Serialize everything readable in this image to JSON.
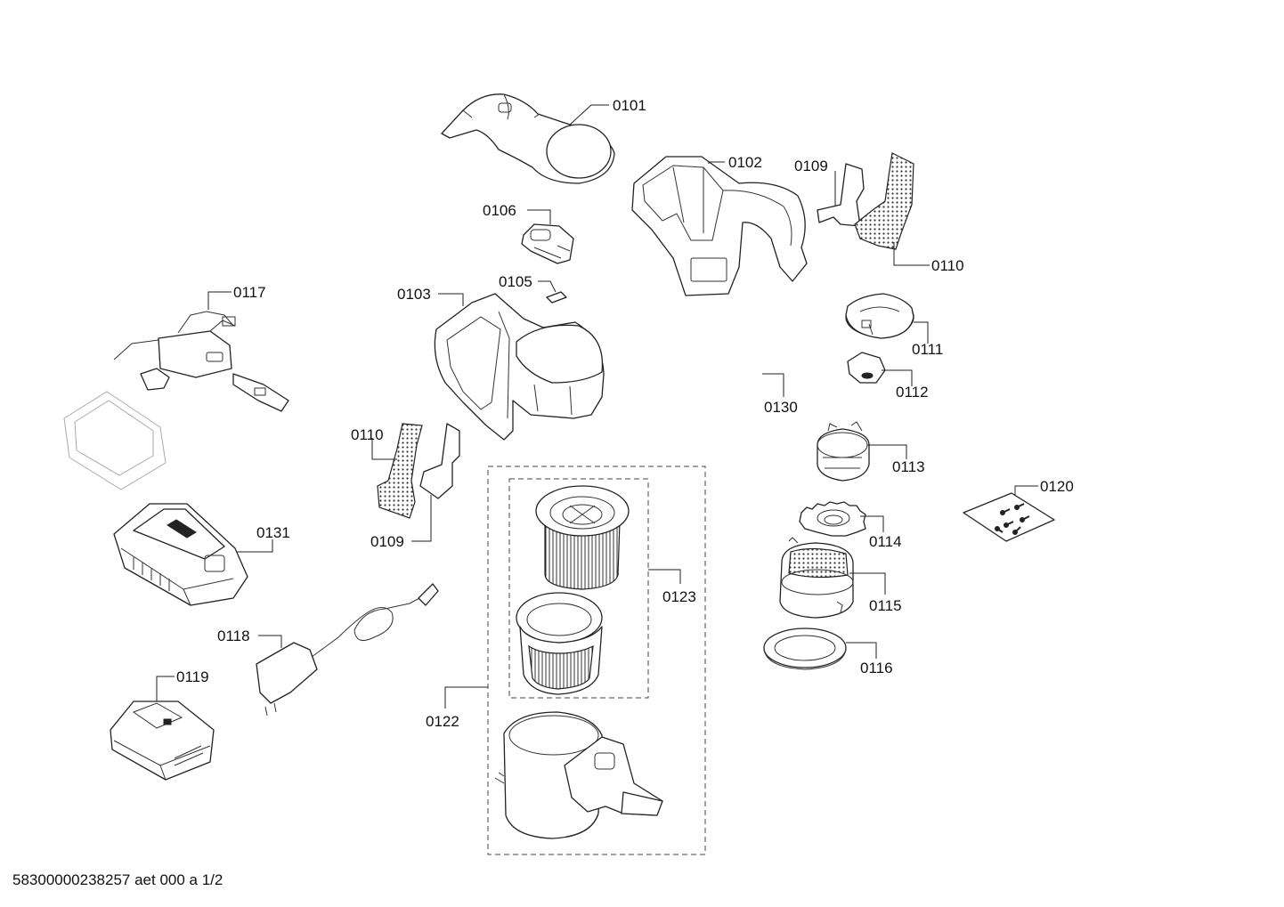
{
  "footer_text": "58300000238257 aet 000 a 1/2",
  "parts": {
    "p0101": "0101",
    "p0102": "0102",
    "p0103": "0103",
    "p0105": "0105",
    "p0106": "0106",
    "p0109a": "0109",
    "p0109b": "0109",
    "p0110a": "0110",
    "p0110b": "0110",
    "p0111": "0111",
    "p0112": "0112",
    "p0113": "0113",
    "p0114": "0114",
    "p0115": "0115",
    "p0116": "0116",
    "p0117": "0117",
    "p0118": "0118",
    "p0119": "0119",
    "p0120": "0120",
    "p0122": "0122",
    "p0123": "0123",
    "p0130": "0130",
    "p0131": "0131"
  }
}
